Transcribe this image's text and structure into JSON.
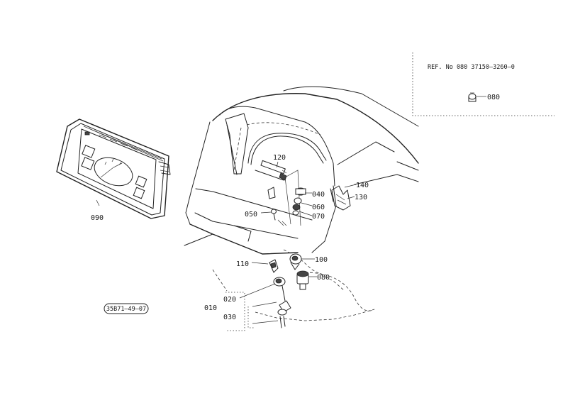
{
  "reference": {
    "ref_text": "REF. No 080 37150—3260—0",
    "ref_part": "080"
  },
  "callouts": {
    "c090": "090",
    "c120": "120",
    "c040": "040",
    "c060": "060",
    "c070": "070",
    "c050": "050",
    "c140": "140",
    "c130": "130",
    "c100": "100",
    "c110": "110",
    "c080": "080",
    "c010": "010",
    "c020": "020",
    "c030": "030"
  },
  "drawing_code": "35B71—49—07"
}
